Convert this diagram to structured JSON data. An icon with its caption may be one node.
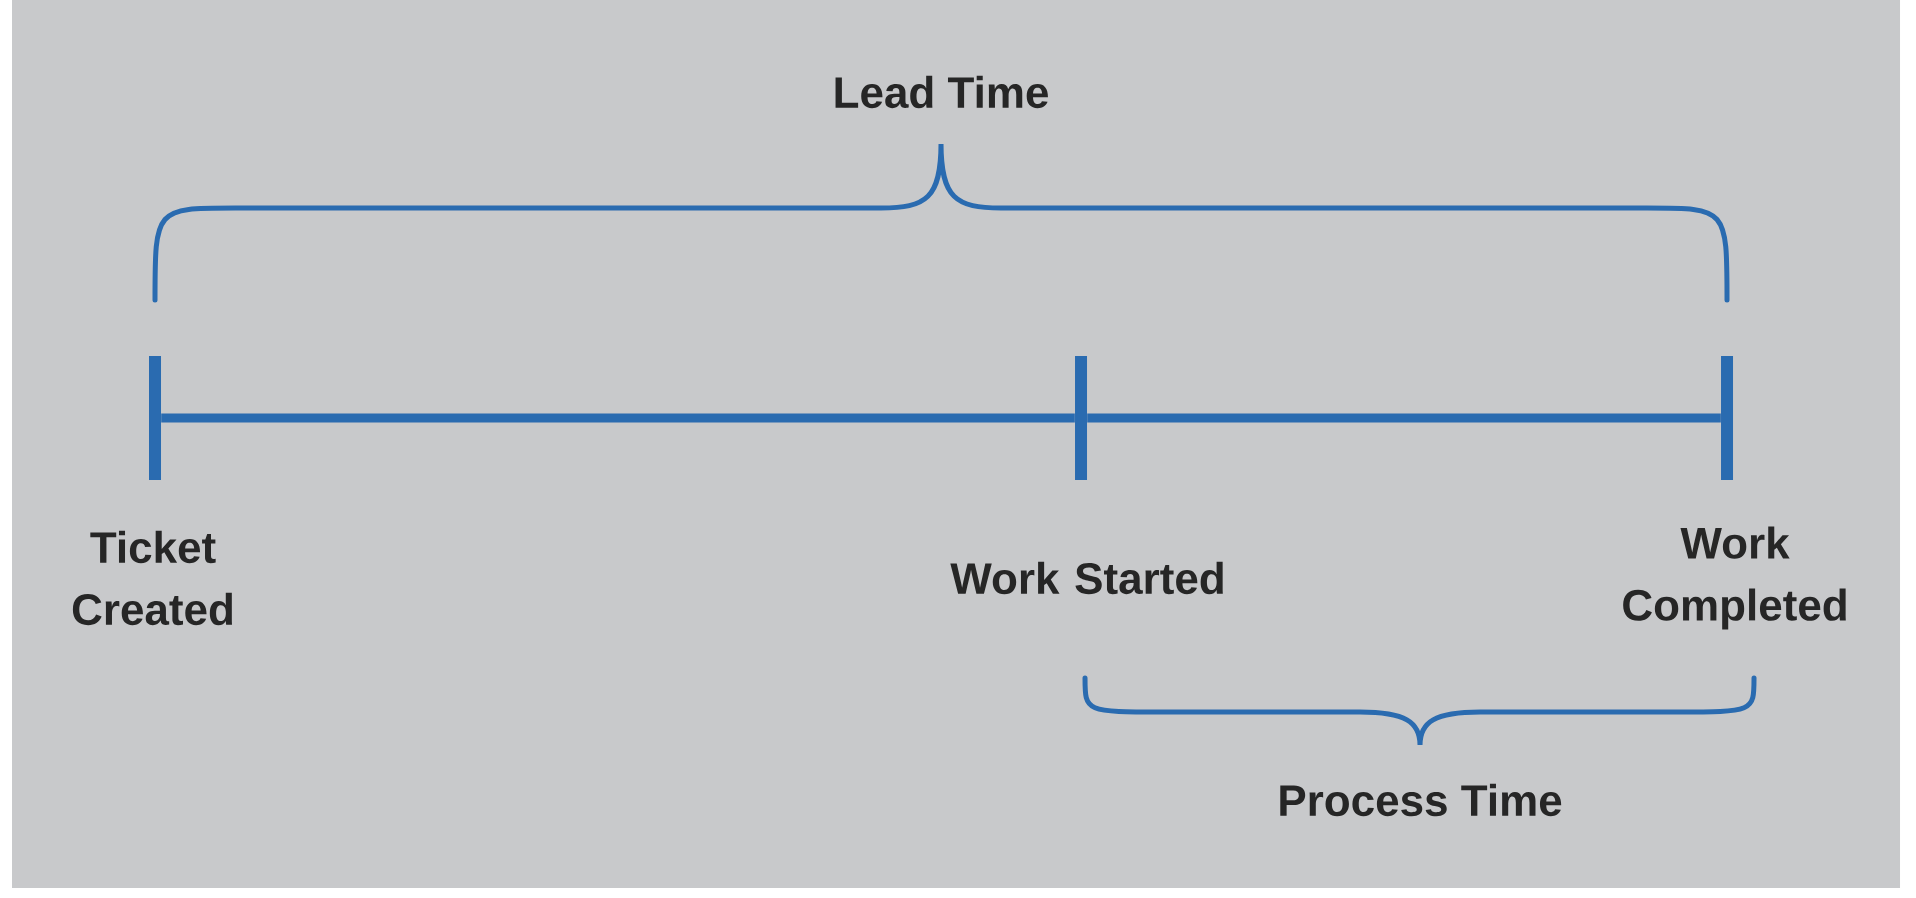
{
  "diagram": {
    "nodes": [
      {
        "text": [
          "Ticket Created"
        ]
      },
      {
        "text": [
          "Work Started"
        ]
      },
      {
        "text": [
          "Work Completed"
        ]
      }
    ],
    "edges": [
      {
        "from": 0,
        "to": 1,
        "arrow": "none"
      },
      {
        "from": 1,
        "to": 2,
        "arrow": "none"
      }
    ],
    "labels": [
      "Lead Time",
      "Process Time"
    ]
  }
}
